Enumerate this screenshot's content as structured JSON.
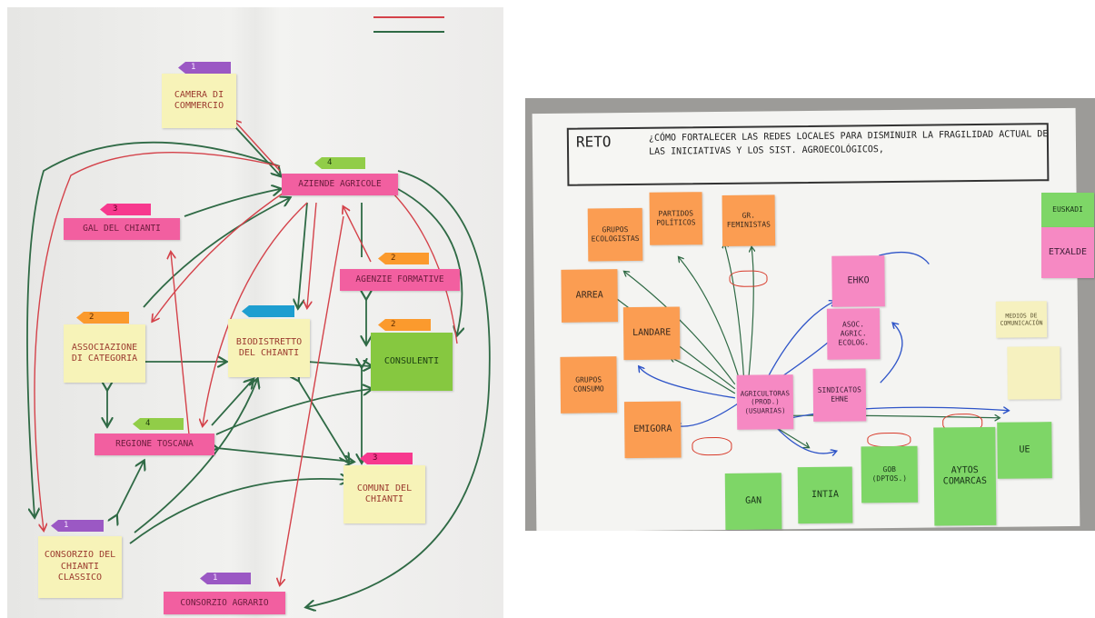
{
  "left_photo": {
    "notes": {
      "camera": "CAMERA DI COMMERCIO",
      "aziende": "AZIENDE AGRICOLE",
      "gal": "GAL DEL CHIANTI",
      "agenzie": "AGENZIE FORMATIVE",
      "associazione": "ASSOCIAZIONE DI CATEGORIA",
      "biodistretto": "BIODISTRETTO DEL CHIANTI",
      "consulenti": "CONSULENTI",
      "regione": "REGIONE TOSCANA",
      "comuni": "COMUNI DEL CHIANTI",
      "consorzio_chianti": "CONSORZIO DEL CHIANTI CLASSICO",
      "consorzio_agrario": "CONSORZIO AGRARIO"
    },
    "tabs": {
      "camera": "1",
      "aziende": "4",
      "gal": "3",
      "agenzie": "2",
      "associazione": "2",
      "consulenti": "2",
      "regione": "4",
      "comuni": "3",
      "consorzio_chianti": "1",
      "consorzio_agrario": "1"
    }
  },
  "right_photo": {
    "title_reto": "RETO",
    "question": "¿CÓMO FORTALECER LAS REDES LOCALES PARA DISMINUIR LA FRAGILIDAD ACTUAL DE LAS INICIATIVAS Y LOS SIST. AGROECOLÓGICOS,",
    "notes": {
      "grupos_ecologistas": "GRUPOS ECOLOGISTAS",
      "partidos": "PARTIDOS POLÍTICOS",
      "gr_feministas": "GR. FEMINISTAS",
      "arrea": "ARREA",
      "landare": "LANDARE",
      "grupos_consumo": "GRUPOS CONSUMO",
      "emigora": "EMIGORA",
      "ehko": "EHKO",
      "asoc": "ASOC. AGRIC. ECOLOG.",
      "agricultoras": "AGRICULTORAS (PROD.) (USUARIAS)",
      "sindicatos": "SINDICATOS EHNE",
      "gan": "GAN",
      "intia": "INTIA",
      "gob": "GOB (DPTOS.)",
      "aytos": "AYTOS COMARCAS",
      "ue": "UE",
      "euskadi": "EUSKADI",
      "etxalde": "ETXALDE",
      "medios": "MEDIOS DE COMUNICACIÓN"
    }
  },
  "colors": {
    "yellow_note": "#f7f3b8",
    "pink_note": "#f25fa0",
    "green_note": "#86c840",
    "orange_note": "#fb9d52",
    "red_arrow": "#d4424a",
    "green_arrow": "#2f6a45",
    "blue_arrow": "#2e54c8"
  }
}
